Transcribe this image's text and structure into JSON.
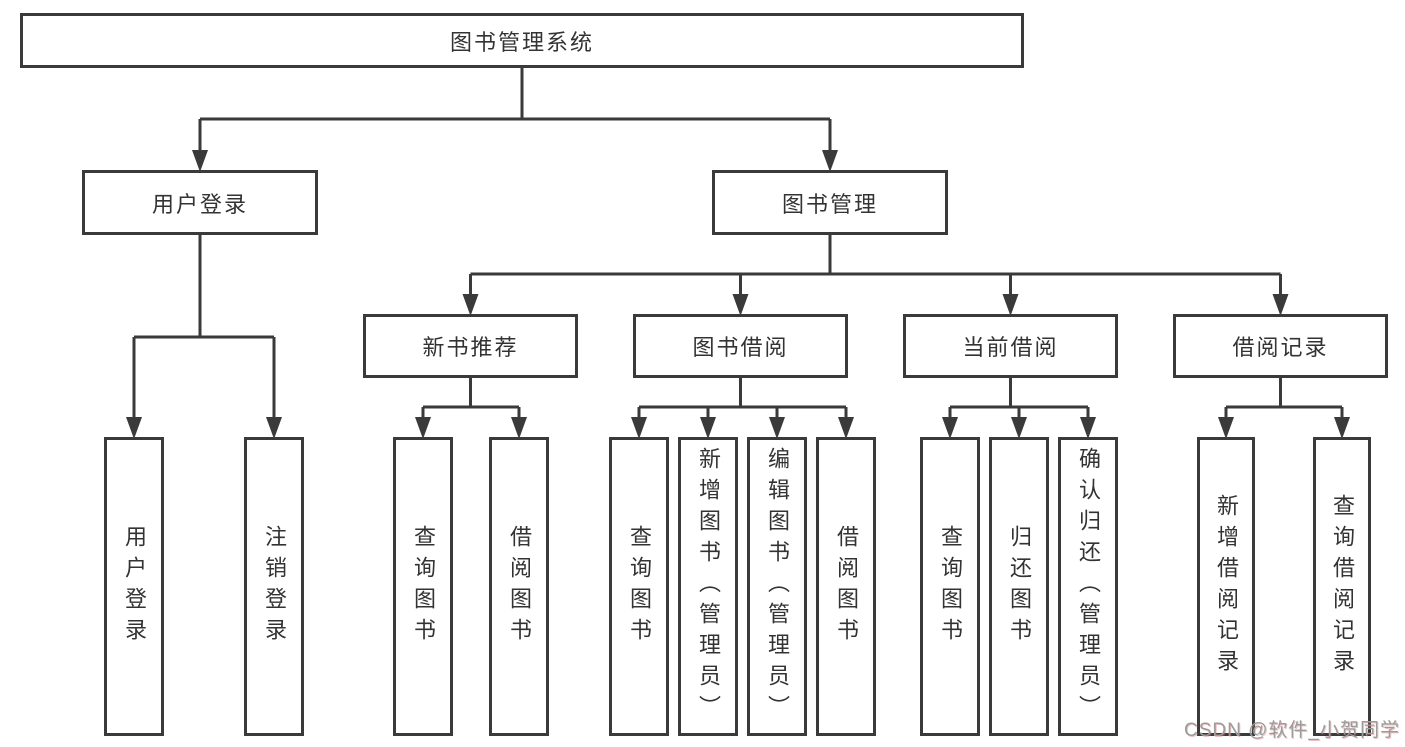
{
  "diagram": {
    "kind": "hierarchy-tree",
    "title": "图书管理系统"
  },
  "colors": {
    "ink": "#3a3a3a",
    "text": "#333333",
    "background": "#ffffff",
    "watermark": "#9c9c9c"
  },
  "nodes": [
    {
      "id": "root",
      "label": "图书管理系统",
      "parent": null,
      "orientation": "horizontal"
    },
    {
      "id": "user-login",
      "label": "用户登录",
      "parent": "root",
      "orientation": "horizontal"
    },
    {
      "id": "book-mgmt",
      "label": "图书管理",
      "parent": "root",
      "orientation": "horizontal"
    },
    {
      "id": "new-book-rec",
      "label": "新书推荐",
      "parent": "book-mgmt",
      "orientation": "horizontal"
    },
    {
      "id": "book-borrow",
      "label": "图书借阅",
      "parent": "book-mgmt",
      "orientation": "horizontal"
    },
    {
      "id": "current-borrow",
      "label": "当前借阅",
      "parent": "book-mgmt",
      "orientation": "horizontal"
    },
    {
      "id": "borrow-records",
      "label": "借阅记录",
      "parent": "book-mgmt",
      "orientation": "horizontal"
    },
    {
      "id": "v-user-login",
      "label": "用户登录",
      "parent": "user-login",
      "orientation": "vertical"
    },
    {
      "id": "v-logout",
      "label": "注销登录",
      "parent": "user-login",
      "orientation": "vertical"
    },
    {
      "id": "v-query-book-1",
      "label": "查询图书",
      "parent": "new-book-rec",
      "orientation": "vertical"
    },
    {
      "id": "v-borrow-book-1",
      "label": "借阅图书",
      "parent": "new-book-rec",
      "orientation": "vertical"
    },
    {
      "id": "v-query-book-2",
      "label": "查询图书",
      "parent": "book-borrow",
      "orientation": "vertical"
    },
    {
      "id": "v-add-book",
      "label": "新增图书（管理员）",
      "parent": "book-borrow",
      "orientation": "vertical"
    },
    {
      "id": "v-edit-book",
      "label": "编辑图书（管理员）",
      "parent": "book-borrow",
      "orientation": "vertical"
    },
    {
      "id": "v-borrow-book-2",
      "label": "借阅图书",
      "parent": "book-borrow",
      "orientation": "vertical"
    },
    {
      "id": "v-query-book-3",
      "label": "查询图书",
      "parent": "current-borrow",
      "orientation": "vertical"
    },
    {
      "id": "v-return-book",
      "label": "归还图书",
      "parent": "current-borrow",
      "orientation": "vertical"
    },
    {
      "id": "v-confirm-return",
      "label": "确认归还（管理员）",
      "parent": "current-borrow",
      "orientation": "vertical"
    },
    {
      "id": "v-add-borrow-record",
      "label": "新增借阅记录",
      "parent": "borrow-records",
      "orientation": "vertical"
    },
    {
      "id": "v-query-borrow-record",
      "label": "查询借阅记录",
      "parent": "borrow-records",
      "orientation": "vertical"
    }
  ],
  "watermark": {
    "text": "CSDN @软件_小贺同学"
  }
}
